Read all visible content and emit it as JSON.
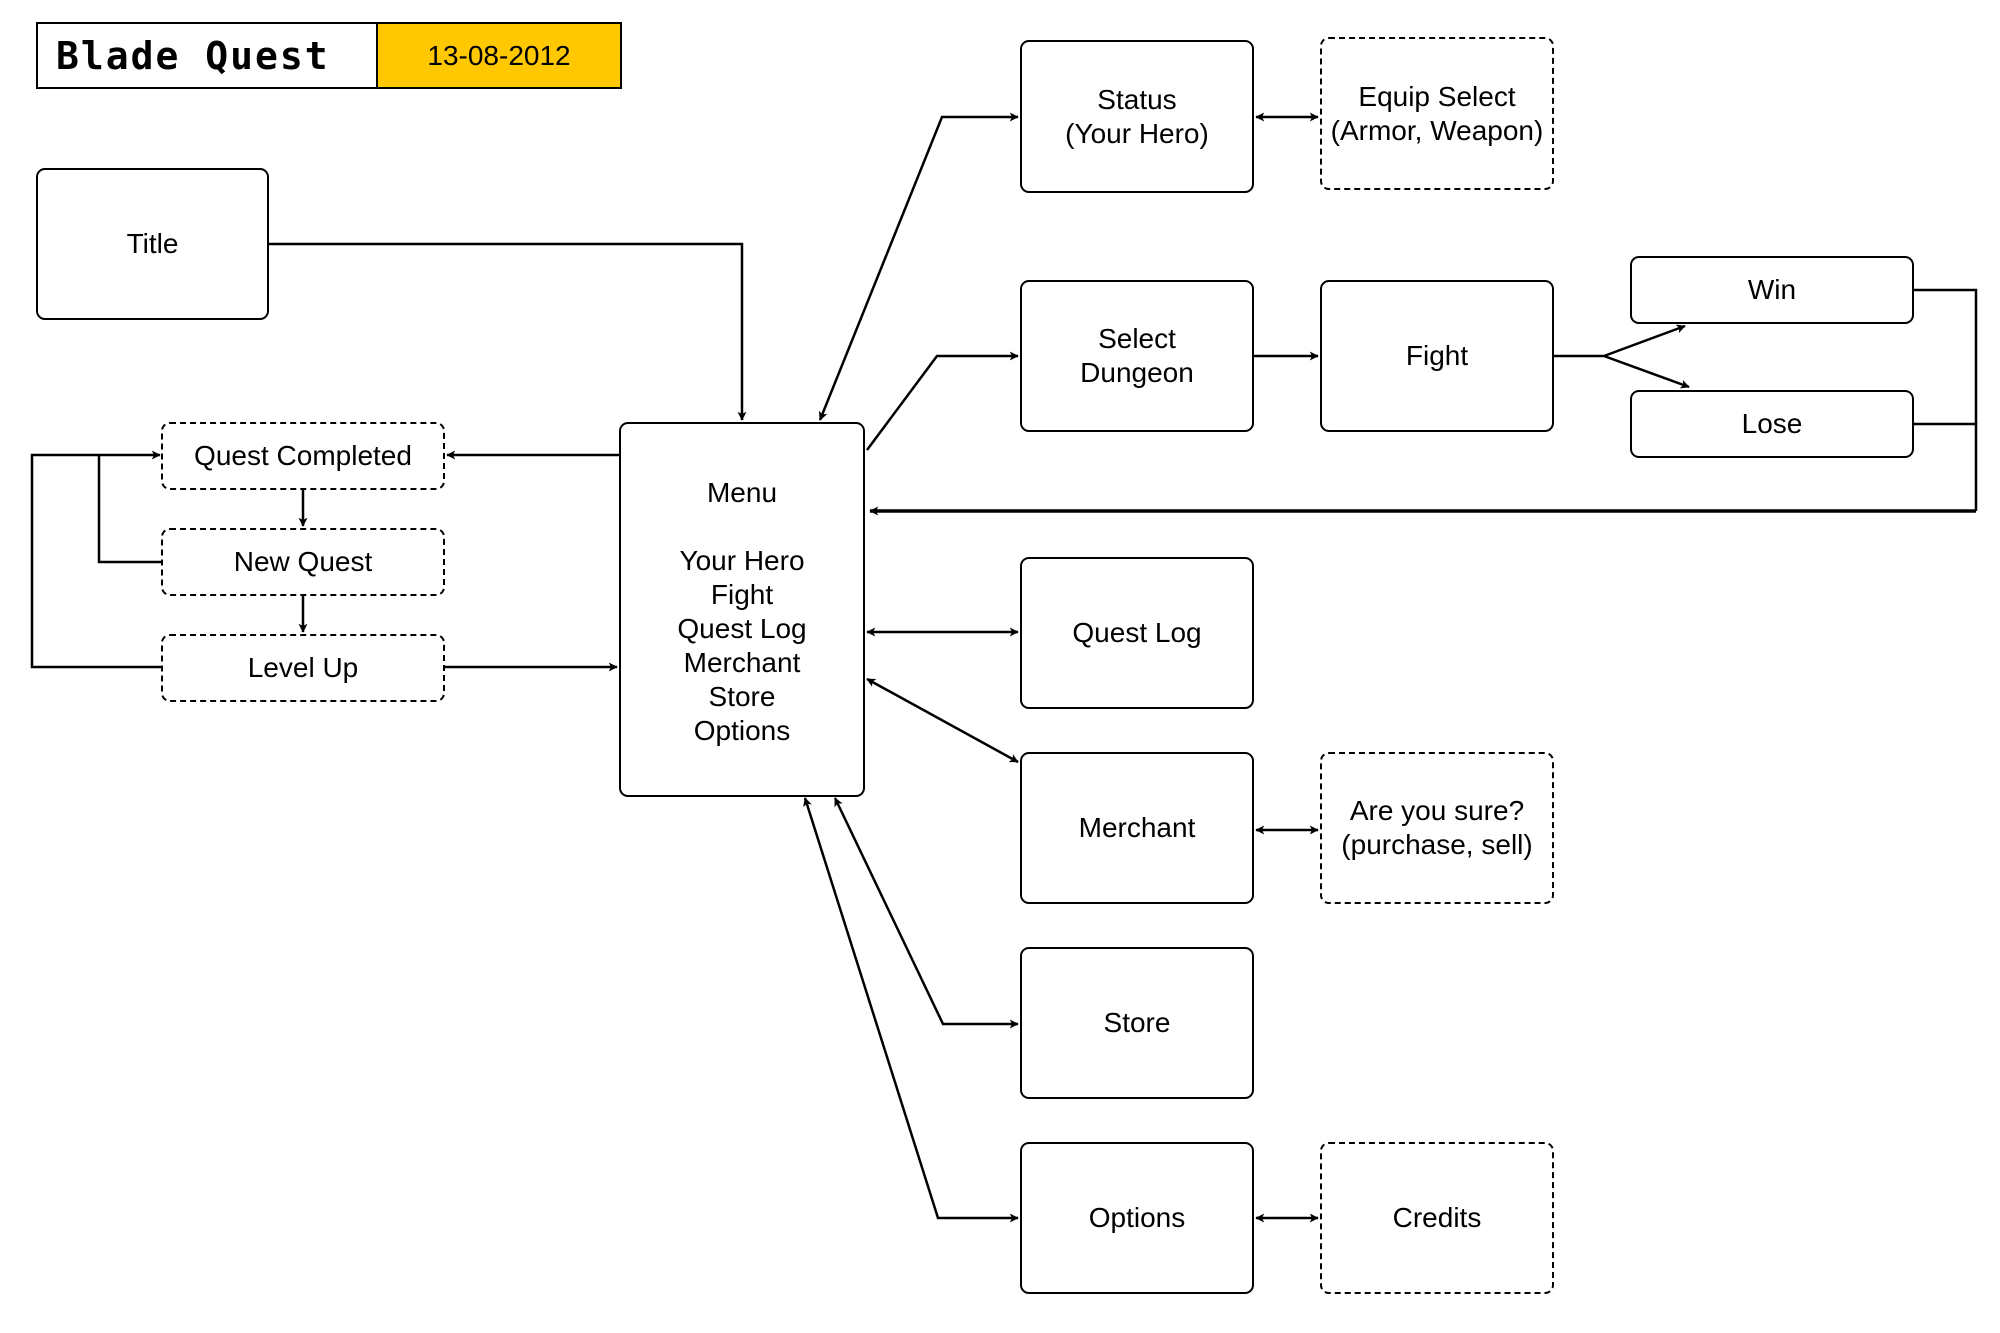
{
  "header": {
    "logo_text": "Blade Quest",
    "date": "13-08-2012",
    "date_bg_color": "#FFC800"
  },
  "nodes": {
    "title": "Title",
    "quest_completed": "Quest Completed",
    "new_quest": "New Quest",
    "level_up": "Level Up",
    "menu": {
      "title": "Menu",
      "items": [
        "Your Hero",
        "Fight",
        "Quest Log",
        "Merchant",
        "Store",
        "Options"
      ]
    },
    "status": [
      "Status",
      "(Your Hero)"
    ],
    "equip_select": [
      "Equip Select",
      "(Armor, Weapon)"
    ],
    "select_dungeon": [
      "Select",
      "Dungeon"
    ],
    "fight": "Fight",
    "win": "Win",
    "lose": "Lose",
    "quest_log": "Quest Log",
    "merchant": "Merchant",
    "are_you_sure": [
      "Are you sure?",
      "(purchase, sell)"
    ],
    "store": "Store",
    "options": "Options",
    "credits": "Credits"
  }
}
